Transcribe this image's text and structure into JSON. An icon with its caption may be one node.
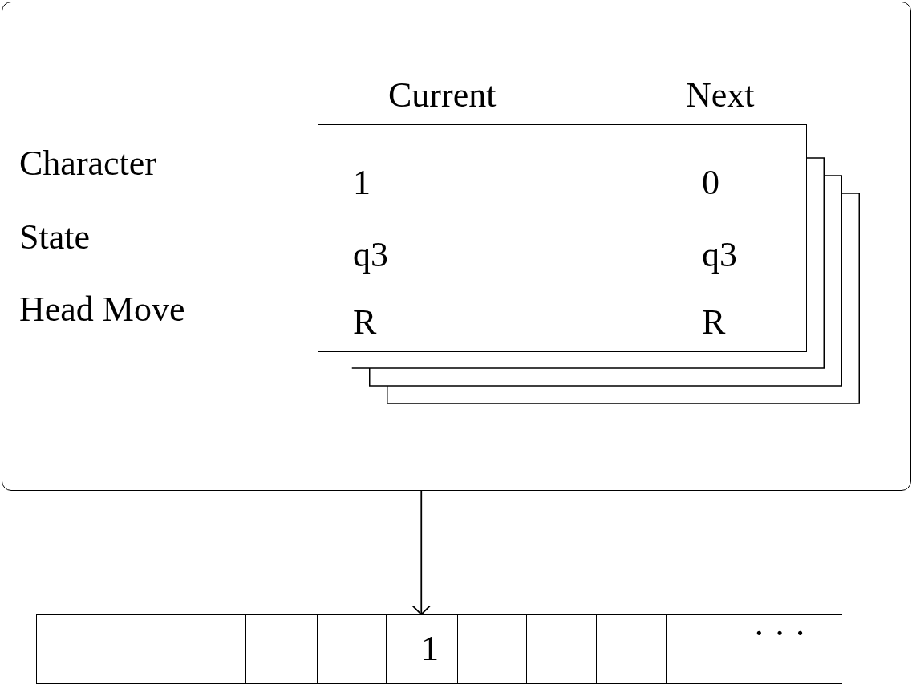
{
  "diagram": {
    "nodes": [
      {
        "text": [
          "Character",
          "State",
          "Head Move"
        ]
      },
      {
        "text": [
          "Current",
          "Next",
          "1",
          "0",
          "q3",
          "q3",
          "R",
          "R"
        ],
        "in": 0
      },
      {
        "text": [],
        "shape": "box"
      },
      {
        "text": [],
        "shape": "box"
      },
      {
        "text": [],
        "shape": "box"
      },
      {
        "text": [],
        "shape": "box"
      },
      {
        "text": [],
        "shape": "box"
      },
      {
        "text": [
          "1"
        ]
      },
      {
        "text": [],
        "shape": "box"
      },
      {
        "text": [],
        "shape": "box"
      },
      {
        "text": [],
        "shape": "box"
      },
      {
        "text": [],
        "shape": "box"
      },
      {
        "text": [
          "· · ·"
        ]
      }
    ],
    "edges": [
      {
        "from": 0,
        "to": 7,
        "arrow": "to"
      }
    ]
  }
}
